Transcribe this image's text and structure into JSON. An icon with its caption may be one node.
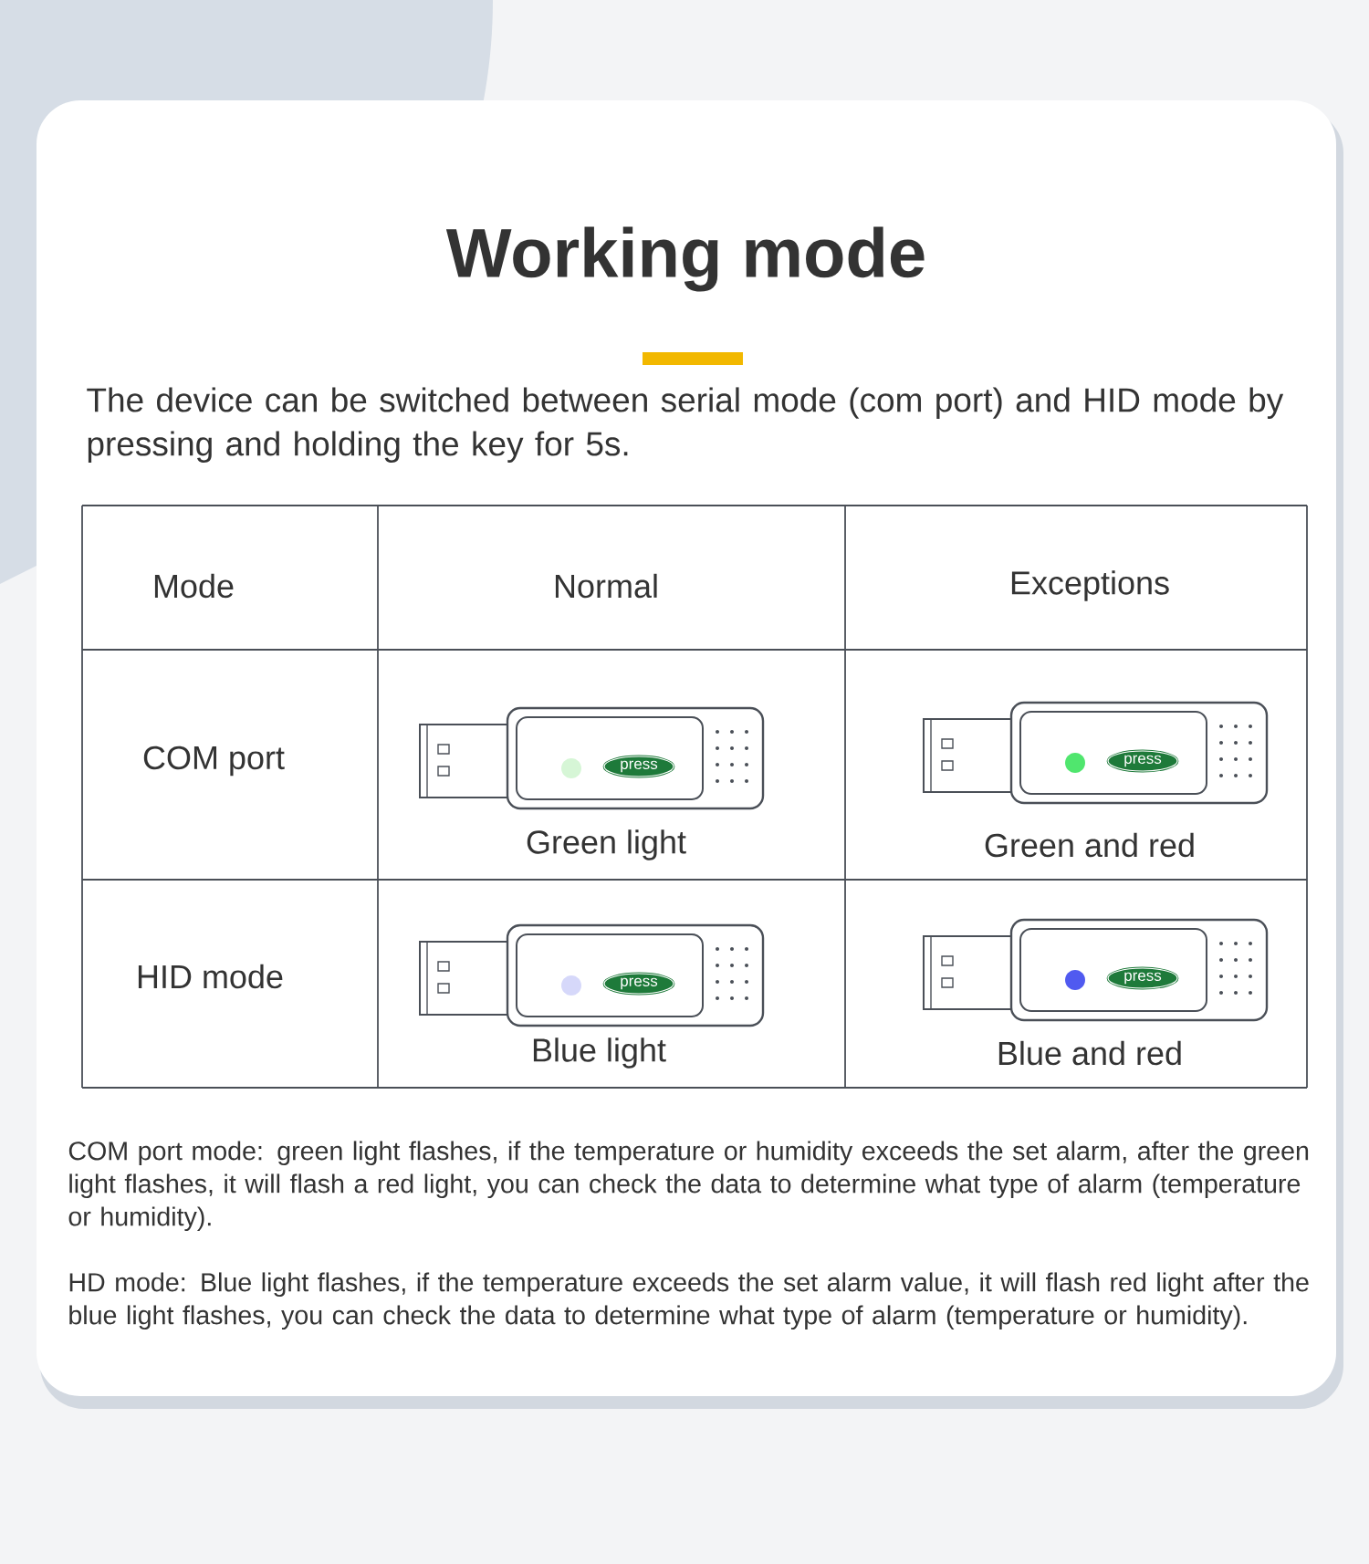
{
  "diagram": {
    "title": "Working mode",
    "labels": [
      "The device can be switched between serial mode (com port) and HID mode by pressing and holding the key for 5s.",
      "Mode",
      "Normal",
      "Exceptions",
      "COM port",
      "press",
      "Green light",
      "press",
      "Green and red",
      "HID mode",
      "press",
      "Blue light",
      "press",
      "Blue and red",
      "COM port mode: green light flashes, if the temperature or humidity exceeds the set alarm, after the green light flashes, it will flash a red light, you can check the data to determine what type of alarm (temperature or humidity).",
      "HD mode: Blue light flashes, if the temperature exceeds the set alarm value, it will flash red light after the blue light flashes, you can check the data to determine what type of alarm (temperature or humidity)."
    ]
  }
}
